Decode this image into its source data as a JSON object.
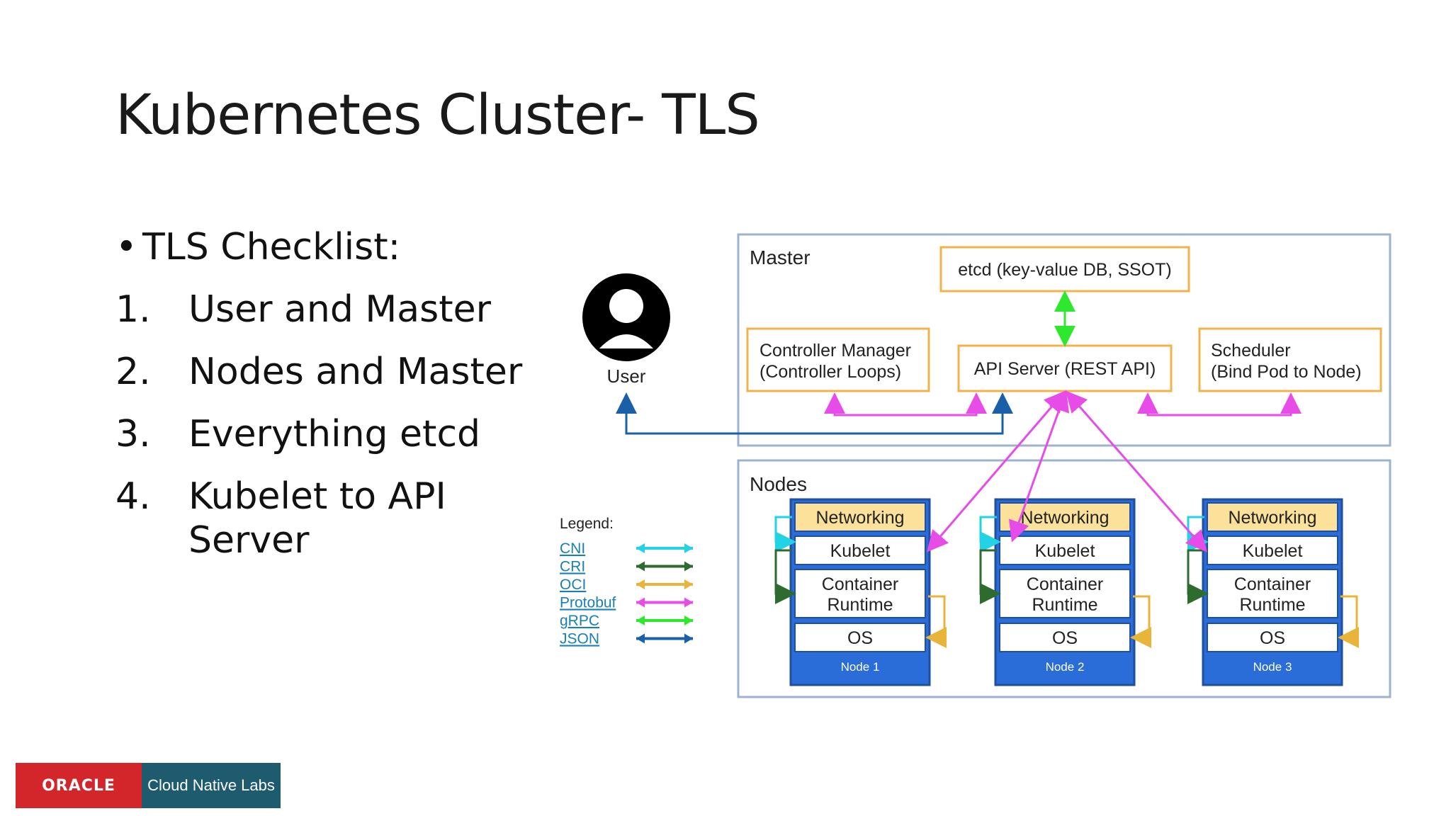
{
  "slide": {
    "title": "Kubernetes Cluster- TLS"
  },
  "checklist": {
    "heading_bullet": "•",
    "heading": "TLS Checklist:",
    "items": [
      {
        "num": "1.",
        "text": "User and Master"
      },
      {
        "num": "2.",
        "text": "Nodes and Master"
      },
      {
        "num": "3.",
        "text": "Everything etcd"
      },
      {
        "num": "4.",
        "text": "Kubelet to API Server"
      }
    ]
  },
  "diagram": {
    "user_label": "User",
    "master_label": "Master",
    "etcd_label": "etcd (key-value DB, SSOT)",
    "controller_manager_line1": "Controller Manager",
    "controller_manager_line2": "(Controller Loops)",
    "api_server_label": "API Server (REST API)",
    "scheduler_line1": "Scheduler",
    "scheduler_line2": "(Bind Pod to Node)",
    "nodes_label": "Nodes",
    "nodes": [
      {
        "networking": "Networking",
        "kubelet": "Kubelet",
        "runtime_line1": "Container",
        "runtime_line2": "Runtime",
        "os": "OS",
        "name": "Node 1"
      },
      {
        "networking": "Networking",
        "kubelet": "Kubelet",
        "runtime_line1": "Container",
        "runtime_line2": "Runtime",
        "os": "OS",
        "name": "Node 2"
      },
      {
        "networking": "Networking",
        "kubelet": "Kubelet",
        "runtime_line1": "Container",
        "runtime_line2": "Runtime",
        "os": "OS",
        "name": "Node 3"
      }
    ],
    "legend": {
      "title": "Legend:",
      "items": [
        {
          "label": "CNI",
          "color": "#22d3e6"
        },
        {
          "label": "CRI",
          "color": "#2e6b2e"
        },
        {
          "label": "OCI",
          "color": "#e8b53a"
        },
        {
          "label": "Protobuf",
          "color": "#e84ce8"
        },
        {
          "label": "gRPC",
          "color": "#2ee82e"
        },
        {
          "label": "JSON",
          "color": "#1a5fa8"
        }
      ]
    },
    "colors": {
      "panel_border": "#9db3d1",
      "box_border": "#f2b24a",
      "node_blue": "#2a6dd9",
      "node_yellow": "#fbe19a",
      "arrow_magenta": "#e84ce8",
      "arrow_green": "#2ee82e",
      "arrow_blue": "#1a5fa8"
    }
  },
  "footer": {
    "logo_left": "ORACLE",
    "logo_right": "Cloud Native Labs"
  }
}
